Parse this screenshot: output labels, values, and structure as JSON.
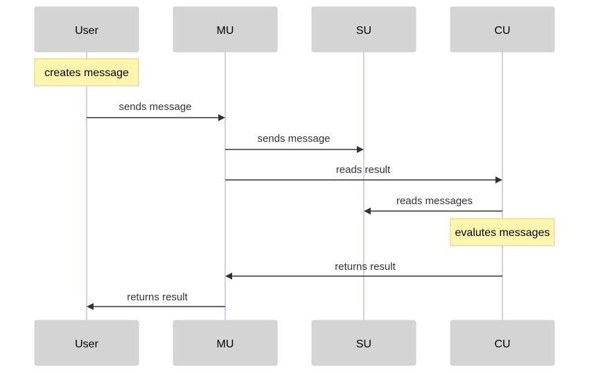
{
  "actors": [
    {
      "id": "user",
      "label": "User"
    },
    {
      "id": "mu",
      "label": "MU"
    },
    {
      "id": "su",
      "label": "SU"
    },
    {
      "id": "cu",
      "label": "CU"
    }
  ],
  "notes": [
    {
      "over": "user",
      "text": "creates message"
    },
    {
      "over": "cu",
      "text": "evalutes messages"
    }
  ],
  "messages": [
    {
      "from": "user",
      "to": "mu",
      "text": "sends message"
    },
    {
      "from": "mu",
      "to": "su",
      "text": "sends message"
    },
    {
      "from": "mu",
      "to": "cu",
      "text": "reads result"
    },
    {
      "from": "cu",
      "to": "su",
      "text": "reads messages"
    },
    {
      "from": "cu",
      "to": "mu",
      "text": "returns result"
    },
    {
      "from": "mu",
      "to": "user",
      "text": "returns result"
    }
  ],
  "colors": {
    "actor_fill": "#d4d4d4",
    "lifeline": "#c5c1e6",
    "note_fill": "#fff5ad",
    "arrow": "#333333"
  }
}
